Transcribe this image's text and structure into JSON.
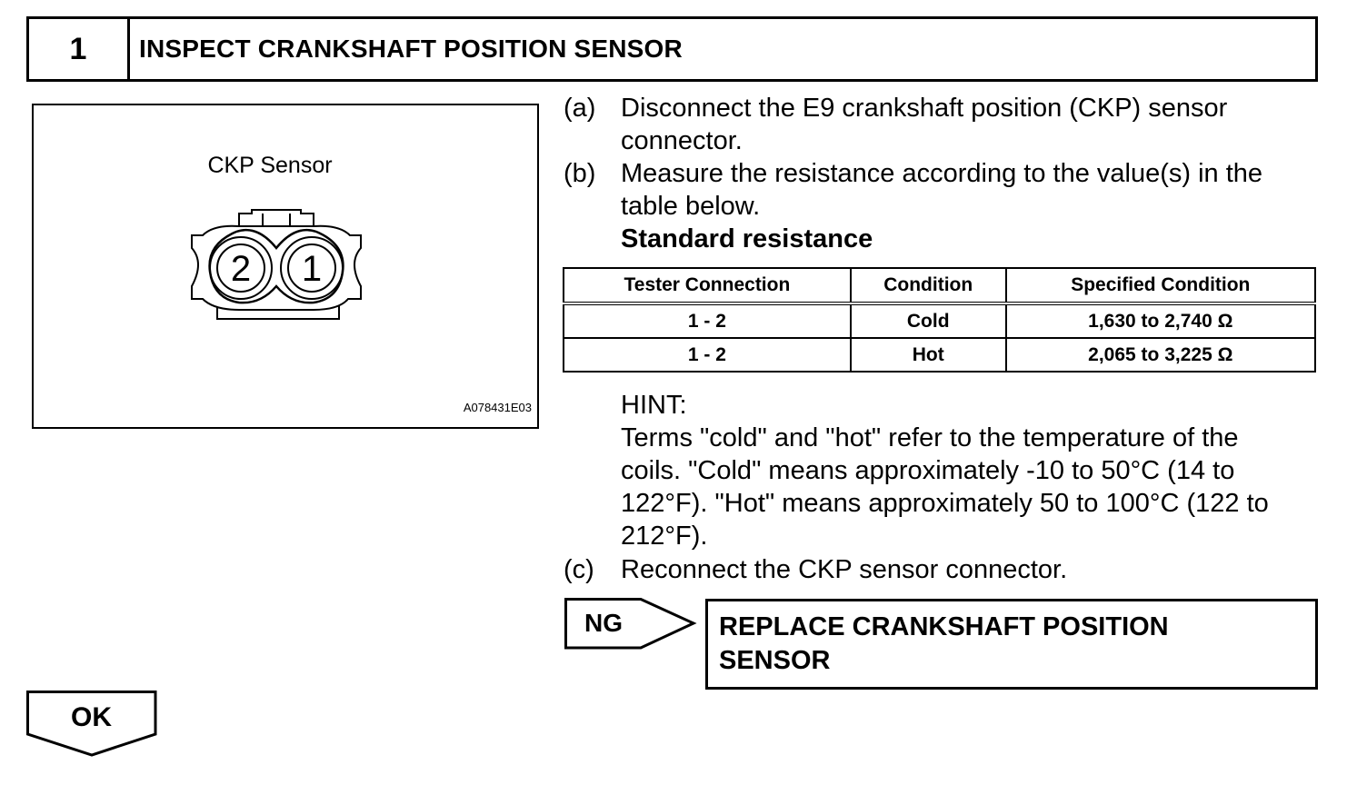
{
  "header": {
    "step_number": "1",
    "title": "INSPECT CRANKSHAFT POSITION SENSOR"
  },
  "figure": {
    "label": "CKP Sensor",
    "code": "A078431E03",
    "terminals": [
      "2",
      "1"
    ]
  },
  "steps": {
    "a": {
      "letter": "(a)",
      "line1": "Disconnect the E9 crankshaft position (CKP) sensor",
      "line2": "connector."
    },
    "b": {
      "letter": "(b)",
      "line1": "Measure the resistance according to the value(s) in the",
      "line2": "table below.",
      "subheading": "Standard resistance"
    },
    "c": {
      "letter": "(c)",
      "line1": "Reconnect the CKP sensor connector."
    }
  },
  "table": {
    "headers": [
      "Tester Connection",
      "Condition",
      "Specified Condition"
    ],
    "rows": [
      [
        "1 - 2",
        "Cold",
        "1,630 to 2,740 Ω"
      ],
      [
        "1 - 2",
        "Hot",
        "2,065 to 3,225 Ω"
      ]
    ]
  },
  "hint": {
    "label": "HINT:",
    "lines": [
      "Terms \"cold\" and \"hot\" refer to the temperature of the",
      "coils. \"Cold\" means approximately -10 to 50°C (14 to",
      "122°F). \"Hot\" means approximately 50 to 100°C (122 to",
      "212°F)."
    ]
  },
  "ng": {
    "label": "NG",
    "action_line1": "REPLACE CRANKSHAFT POSITION",
    "action_line2": "SENSOR"
  },
  "ok": {
    "label": "OK"
  }
}
